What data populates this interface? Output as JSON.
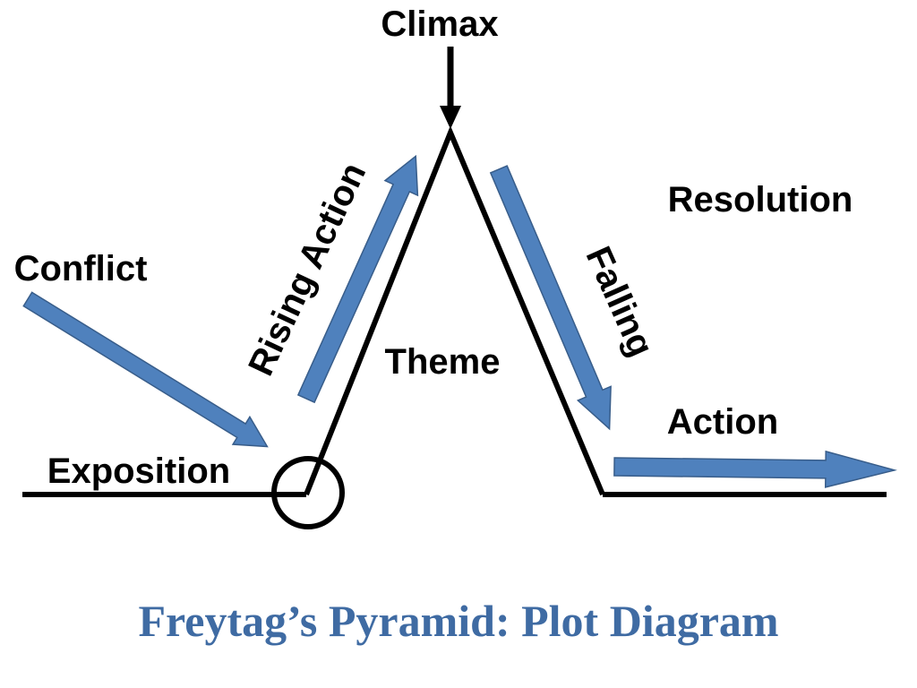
{
  "title": "Freytag’s Pyramid: Plot Diagram",
  "labels": {
    "climax": "Climax",
    "resolution": "Resolution",
    "conflict": "Conflict",
    "rising_action": "Rising Action",
    "theme": "Theme",
    "falling": "Falling",
    "action": "Action",
    "exposition": "Exposition"
  },
  "colors": {
    "arrow_fill": "#4F81BD",
    "arrow_stroke": "#385D8A",
    "line": "#000000",
    "title": "#3F6BA3"
  },
  "icons": {
    "climax_pointer": "down-arrow-icon",
    "conflict_marker": "circle-icon"
  }
}
